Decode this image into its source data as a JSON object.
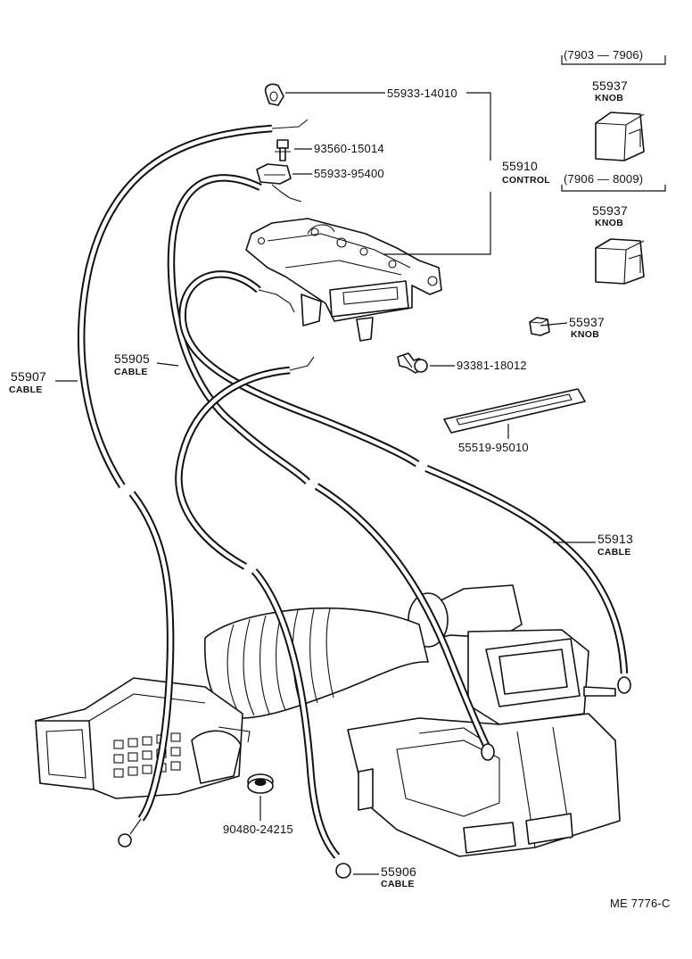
{
  "callouts": {
    "c_55933_14010": "55933-14010",
    "c_93560_15014": "93560-15014",
    "c_55933_95400": "55933-95400",
    "c_55910": "55910",
    "c_55910_sub": "CONTROL",
    "c_55937_a": "55937",
    "c_55937_a_sub": "KNOB",
    "c_55937_b": "55937",
    "c_55937_b_sub": "KNOB",
    "c_55937_c": "55937",
    "c_55937_c_sub": "KNOB",
    "c_93381_18012": "93381-18012",
    "c_55519_95010": "55519-95010",
    "c_55907": "55907",
    "c_55907_sub": "CABLE",
    "c_55905": "55905",
    "c_55905_sub": "CABLE",
    "c_55913": "55913",
    "c_55913_sub": "CABLE",
    "c_55906": "55906",
    "c_55906_sub": "CABLE",
    "c_90480_24215": "90480-24215"
  },
  "ranges": {
    "range_a": "(7903 — 7906)",
    "range_b": "(7906 — 8009)"
  },
  "figure_code": "ME  7776-C"
}
